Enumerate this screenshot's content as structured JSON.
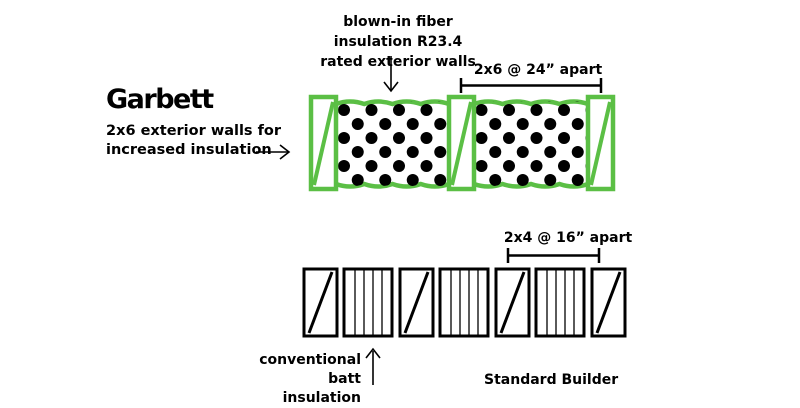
{
  "brand": {
    "name": "Garbett"
  },
  "labels": {
    "garbett_desc_line1": "2x6 exterior walls for",
    "garbett_desc_line2": "increased insulation",
    "blown_line1": "blown-in fiber insulation R23.4",
    "blown_line2": "rated exterior walls",
    "spacing_24": "2x6 @ 24” apart",
    "spacing_16": "2x4 @ 16” apart",
    "batt_line1": "conventional",
    "batt_line2": "batt insulation",
    "standard": "Standard Builder"
  },
  "colors": {
    "garbett_green": "#5bbf45",
    "ink": "#000000",
    "background": "#ffffff"
  }
}
